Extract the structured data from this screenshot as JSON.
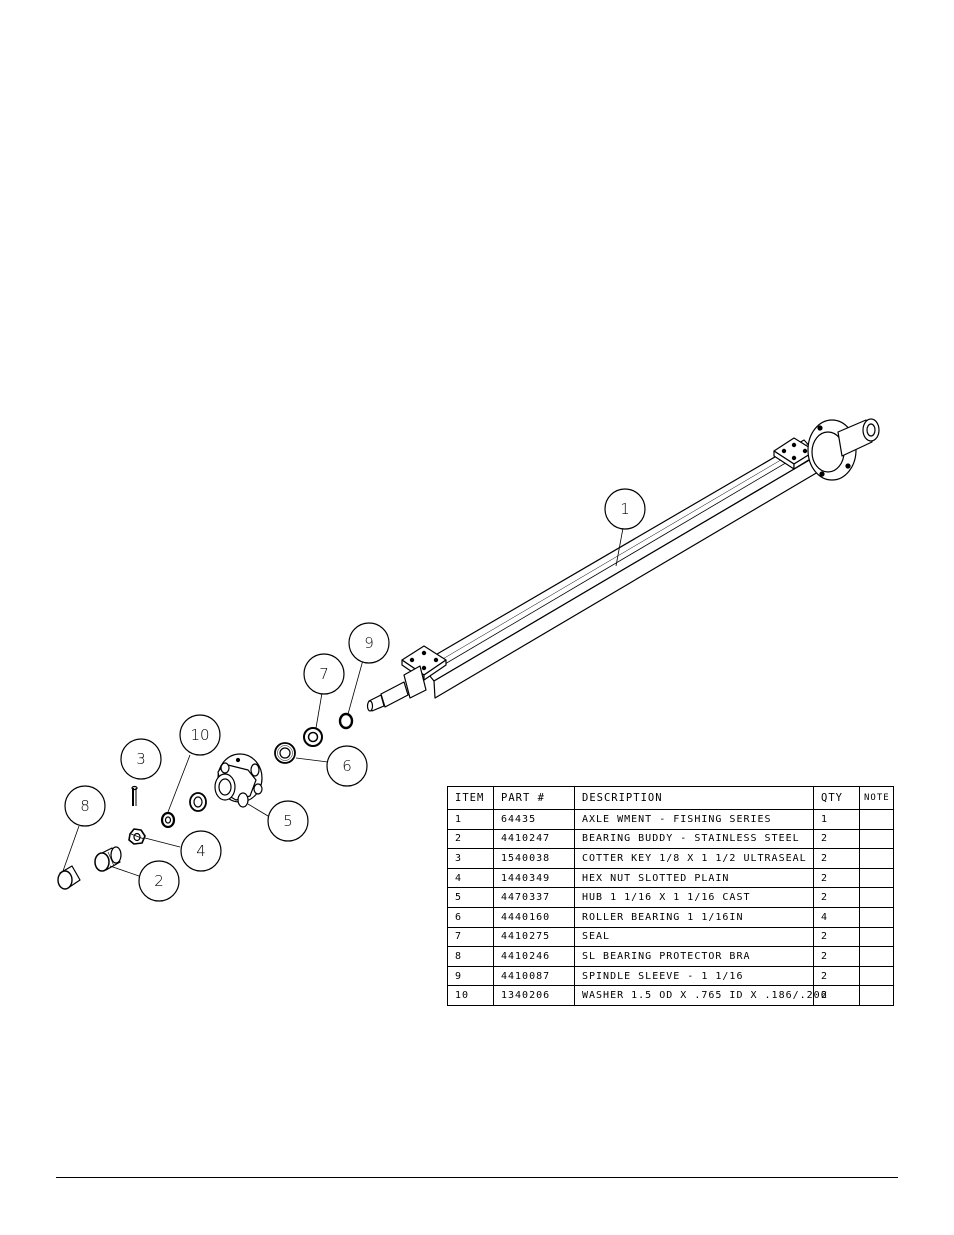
{
  "callouts": [
    "1",
    "2",
    "3",
    "4",
    "5",
    "6",
    "7",
    "8",
    "9",
    "10"
  ],
  "table": {
    "headers": [
      "ITEM",
      "PART #",
      "DESCRIPTION",
      "QTY",
      "NOTE"
    ],
    "rows": [
      [
        "1",
        "64435",
        "AXLE WMENT - FISHING SERIES",
        "1",
        ""
      ],
      [
        "2",
        "4410247",
        "BEARING BUDDY - STAINLESS STEEL",
        "2",
        ""
      ],
      [
        "3",
        "1540038",
        "COTTER KEY 1/8 X 1 1/2 ULTRASEAL",
        "2",
        ""
      ],
      [
        "4",
        "1440349",
        "HEX NUT SLOTTED PLAIN",
        "2",
        ""
      ],
      [
        "5",
        "4470337",
        "HUB   1 1/16 X 1 1/16 CAST",
        "2",
        ""
      ],
      [
        "6",
        "4440160",
        "ROLLER BEARING   1 1/16IN",
        "4",
        ""
      ],
      [
        "7",
        "4410275",
        "SEAL",
        "2",
        ""
      ],
      [
        "8",
        "4410246",
        "SL BEARING PROTECTOR BRA",
        "2",
        ""
      ],
      [
        "9",
        "4410087",
        "SPINDLE SLEEVE - 1 1/16",
        "2",
        ""
      ],
      [
        "10",
        "1340206",
        "WASHER 1.5 OD X .765 ID X .186/.206",
        "2",
        ""
      ]
    ]
  }
}
